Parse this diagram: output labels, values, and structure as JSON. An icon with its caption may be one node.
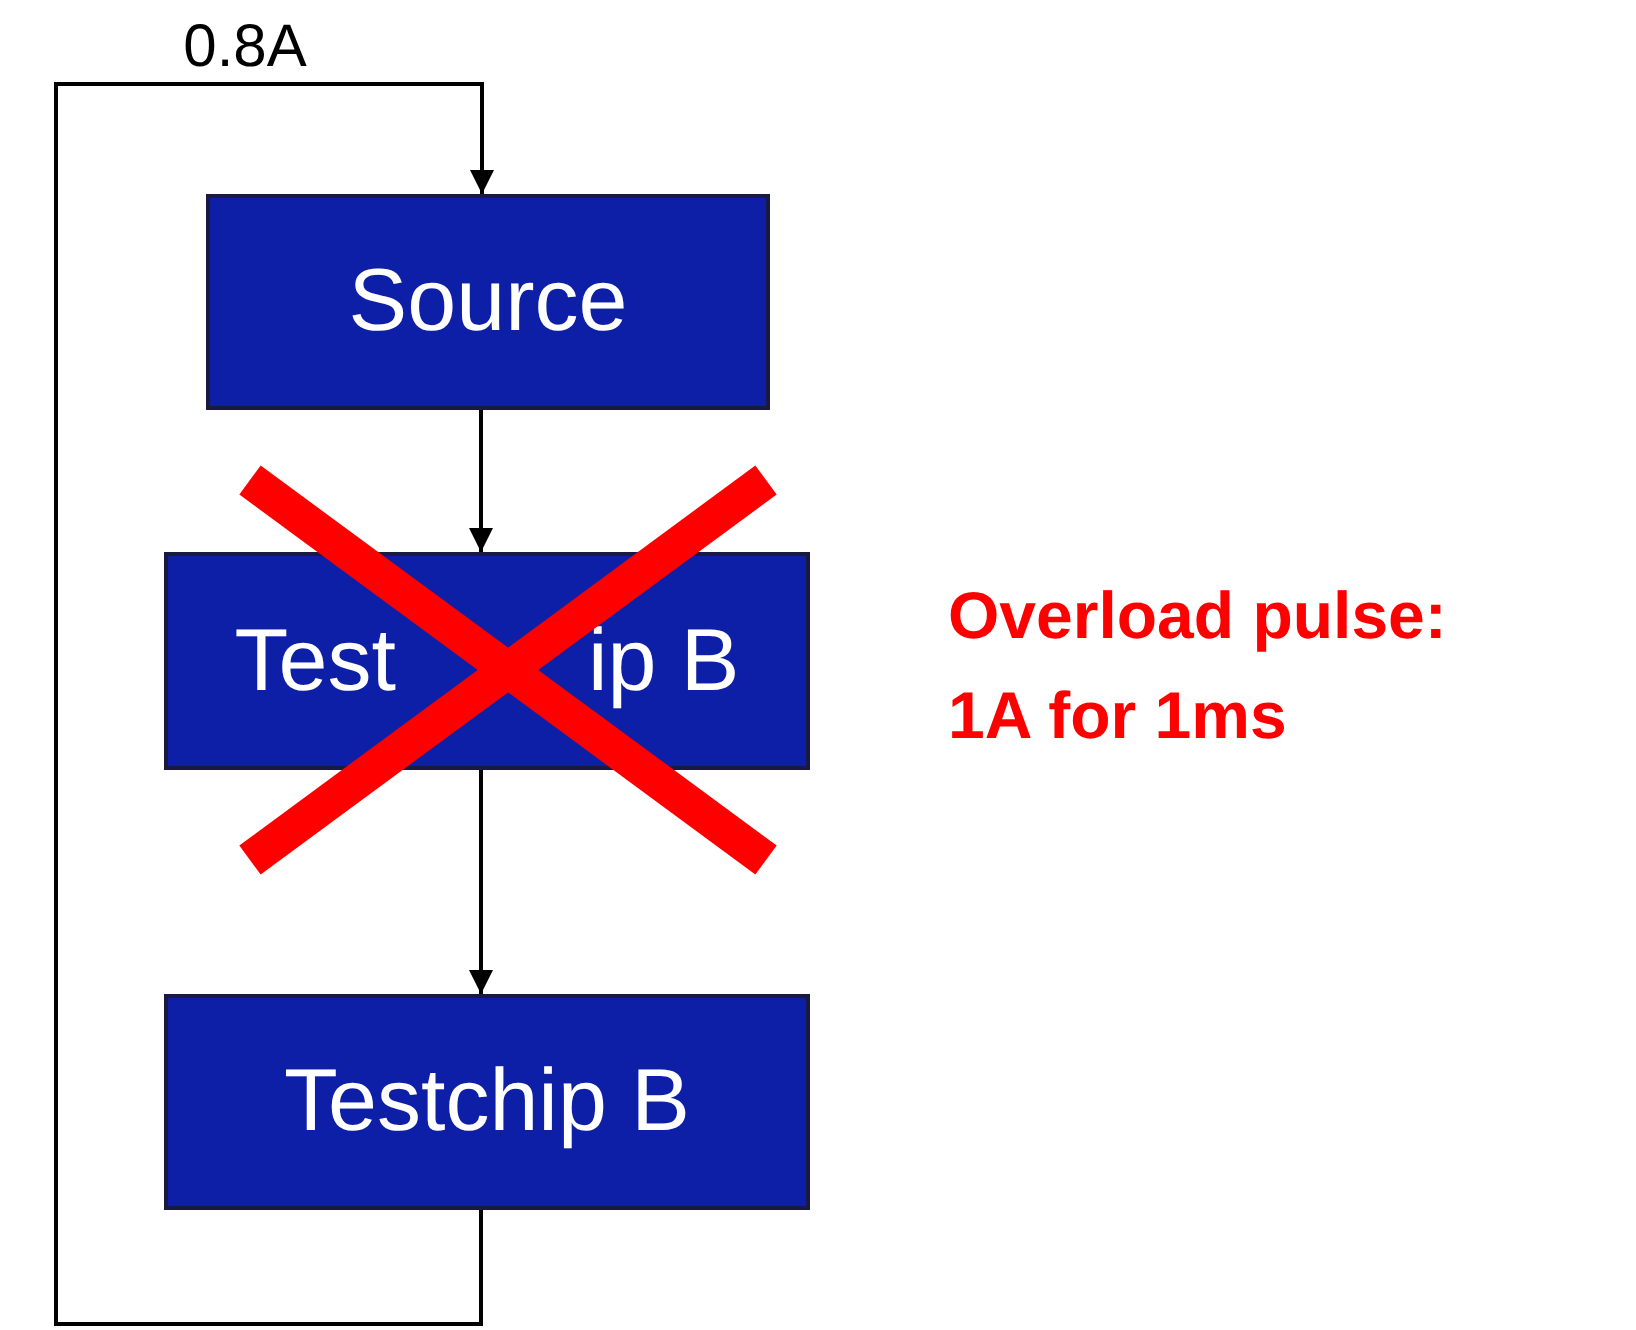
{
  "diagram": {
    "nodes": [
      {
        "text": [
          "Source"
        ]
      },
      {
        "text": [
          "Test",
          "ip B"
        ]
      },
      {
        "text": [
          "Testchip B"
        ]
      }
    ],
    "edges": [
      {
        "from": 2,
        "to": 0,
        "arrow": "to",
        "label": "0.8A"
      },
      {
        "from": 0,
        "to": 1,
        "arrow": "to"
      },
      {
        "from": 1,
        "to": 2,
        "arrow": "to"
      }
    ],
    "labels": [
      "Overload pulse: 1A for 1ms"
    ]
  }
}
